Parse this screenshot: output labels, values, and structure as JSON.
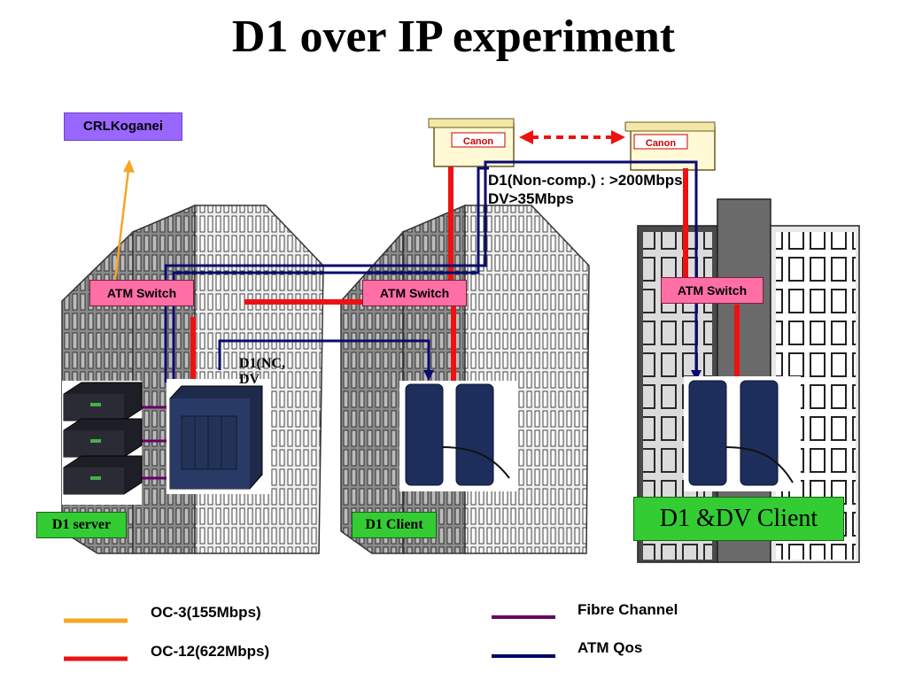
{
  "title": "D1 over IP experiment",
  "labels": {
    "crl": "CRLKoganei",
    "atm_switch_1": "ATM Switch",
    "atm_switch_2": "ATM Switch",
    "atm_switch_3": "ATM Switch",
    "d1_server": "D1 server",
    "d1_client": "D1 Client",
    "d1_dv_client": "D1 &DV Client",
    "rate_line1": "D1(Non-comp.) : >200Mbps",
    "rate_line2": "DV>35Mbps",
    "d1nc_line1": "D1(NC,",
    "d1nc_line2": "DV",
    "canon_1": "Canon",
    "canon_2": "Canon"
  },
  "legend": [
    {
      "label": "OC-3(155Mbps)",
      "color": "#f5a623"
    },
    {
      "label": "OC-12(622Mbps)",
      "color": "#ee1111"
    },
    {
      "label": "Fibre Channel",
      "color": "#660066"
    },
    {
      "label": "ATM Qos",
      "color": "#000066"
    }
  ],
  "colors": {
    "oc3": "#f5a623",
    "oc12": "#ee1111",
    "fibre": "#660066",
    "atm_qos": "#0a0a6e",
    "atm_switch": "#ff6fa6",
    "client_label": "#33cc33",
    "crl_label": "#9966ff"
  }
}
